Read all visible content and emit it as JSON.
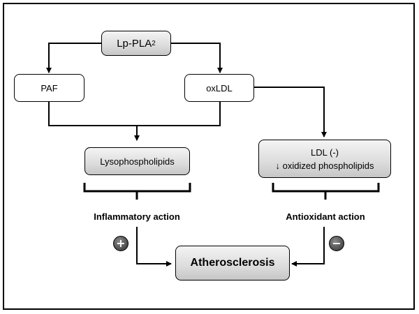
{
  "nodes": {
    "lp_pla2": {
      "main": "Lp-PLA",
      "sub": "2"
    },
    "paf": "PAF",
    "oxldl": "oxLDL",
    "lysophospholipids": "Lysophospholipids",
    "ldl": {
      "line1": "LDL (-)",
      "line2": "↓ oxidized phospholipids"
    },
    "atherosclerosis": "Atherosclerosis"
  },
  "actions": {
    "inflammatory": "Inflammatory action",
    "antioxidant": "Antioxidant action"
  },
  "signs": {
    "plus": "+",
    "minus": "−"
  }
}
